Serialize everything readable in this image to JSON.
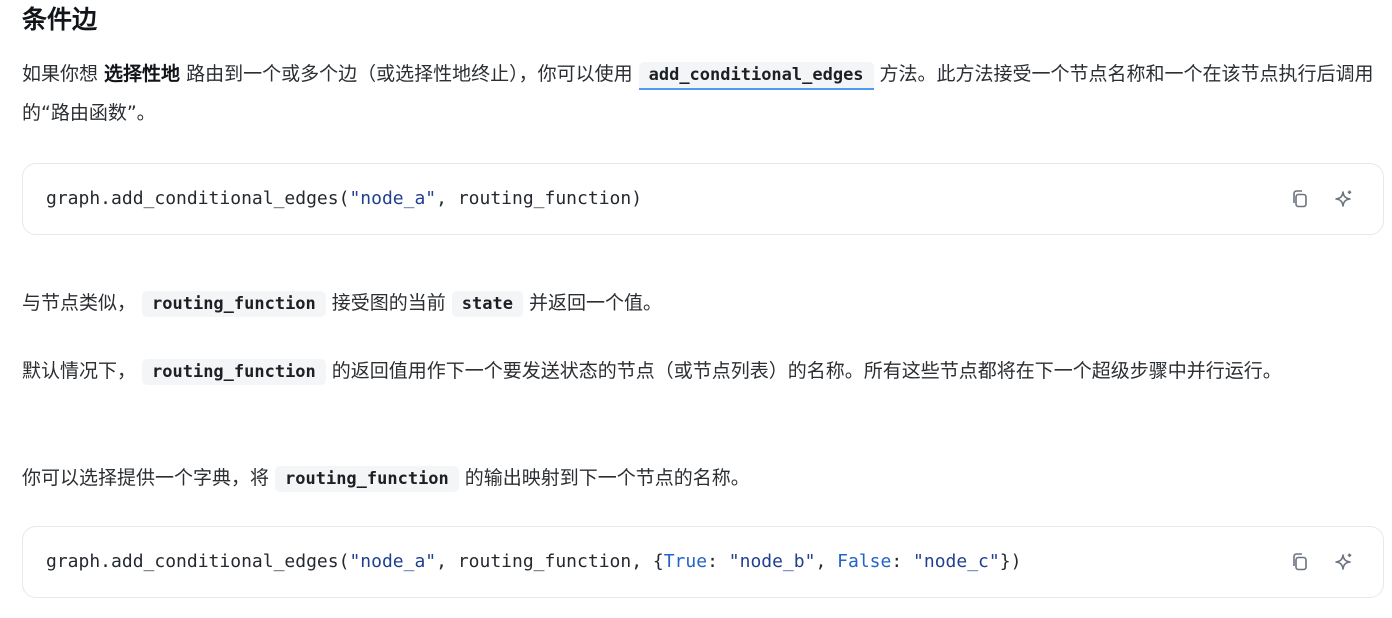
{
  "section": {
    "title": "条件边"
  },
  "para1": {
    "part1": "如果你想 ",
    "bold": "选择性地",
    "part2": " 路由到一个或多个边（或选择性地终止），你可以使用",
    "code": "add_conditional_edges",
    "part3": "方法。此方法接受一个节点名称和一个在该节点执行后调用的“路由函数”。"
  },
  "code1": {
    "prefix": "graph.add_conditional_edges(",
    "arg_str": "\"node_a\"",
    "rest": ", routing_function)"
  },
  "para2": {
    "part1": "与节点类似，",
    "code1": "routing_function",
    "part2": "接受图的当前",
    "code2": "state",
    "part3": "并返回一个值。"
  },
  "para3": {
    "part1": "默认情况下，",
    "code": "routing_function",
    "part2": "的返回值用作下一个要发送状态的节点（或节点列表）的名称。所有这些节点都将在下一个超级步骤中并行运行。"
  },
  "para4": {
    "part1": "你可以选择提供一个字典，将",
    "code": "routing_function",
    "part2": "的输出映射到下一个节点的名称。"
  },
  "code2": {
    "prefix": "graph.add_conditional_edges(",
    "arg_str": "\"node_a\"",
    "mid": ", routing_function, {",
    "kw_true": "True",
    "colon1": ": ",
    "str_b": "\"node_b\"",
    "comma": ", ",
    "kw_false": "False",
    "colon2": ": ",
    "str_c": "\"node_c\"",
    "end": "})"
  },
  "icons": {
    "copy": "copy-icon",
    "ai": "sparkle-icon"
  },
  "colors": {
    "string": "#1f3f8f",
    "keyword": "#2463c7",
    "link_underline": "#4e9af1",
    "inline_code_bg": "#f4f5f6",
    "border": "#e6e8eb"
  }
}
